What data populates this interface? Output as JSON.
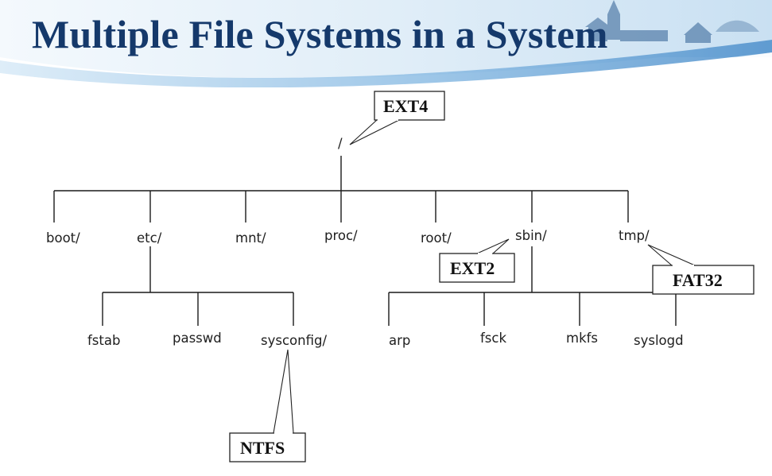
{
  "slide": {
    "title": "Multiple File Systems in a System"
  },
  "tree": {
    "root": "/",
    "level1": [
      "boot/",
      "etc/",
      "mnt/",
      "proc/",
      "root/",
      "sbin/",
      "tmp/"
    ],
    "etc_children": [
      "fstab",
      "passwd",
      "sysconfig/"
    ],
    "sbin_children": [
      "arp",
      "fsck",
      "mkfs",
      "syslogd"
    ]
  },
  "callouts": {
    "root_fs": "EXT4",
    "sbin_fs": "EXT2",
    "tmp_fs": "FAT32",
    "sysconfig_fs": "NTFS"
  },
  "colors": {
    "title": "#15396b",
    "banner_light": "#e3f0fa",
    "banner_mid": "#a9cdea",
    "banner_dark": "#5f9dd2"
  }
}
